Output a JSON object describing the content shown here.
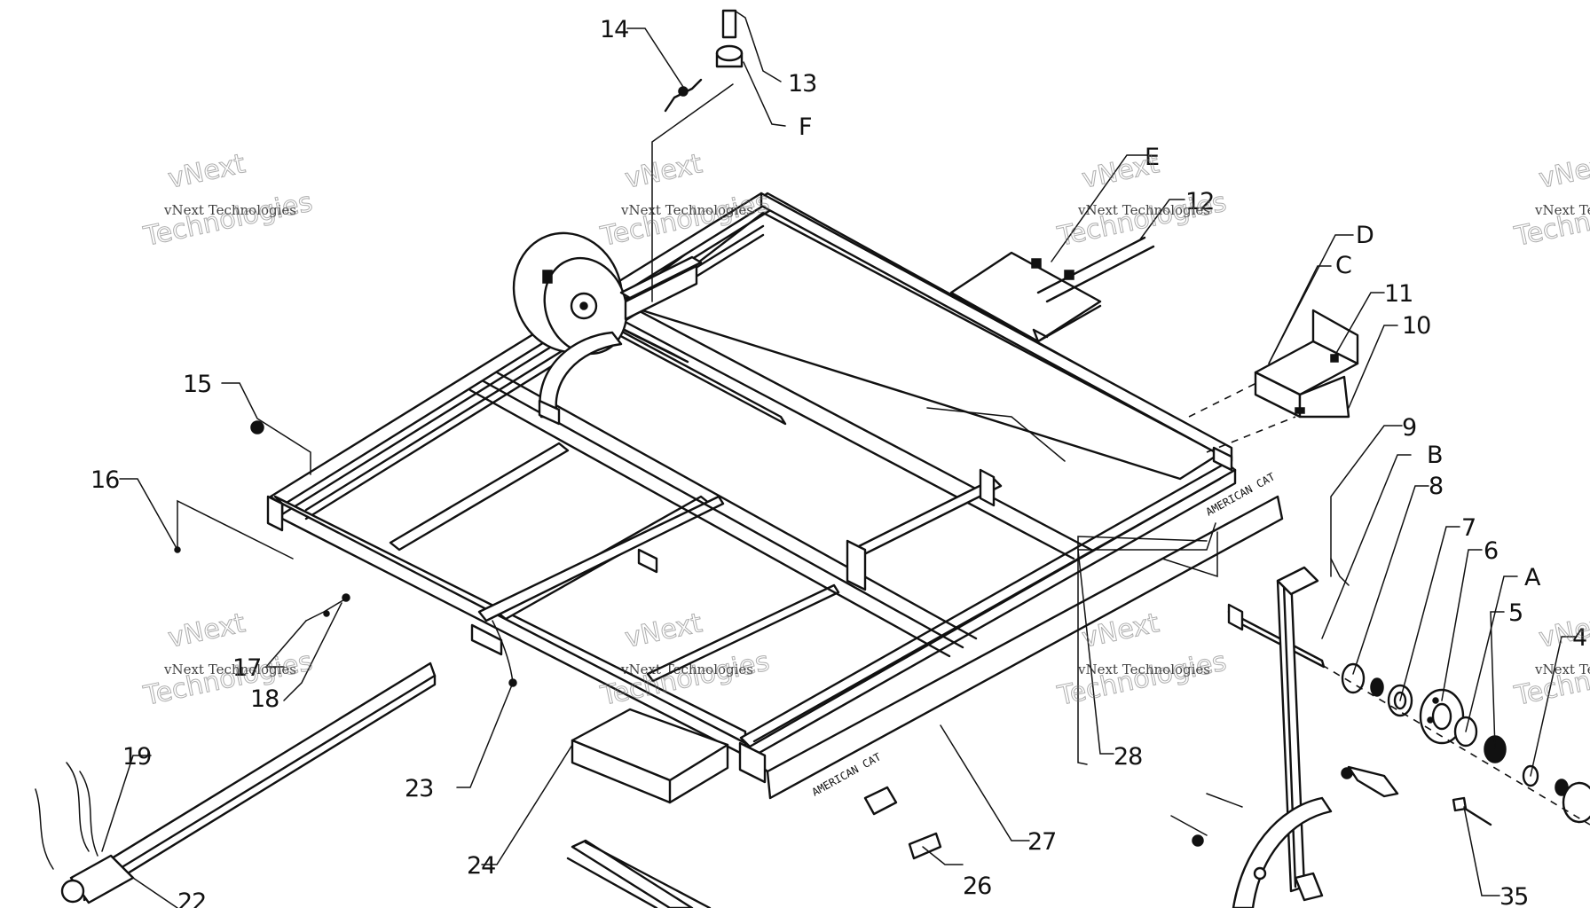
{
  "callouts": [
    "14",
    "13",
    "F",
    "E",
    "12",
    "D",
    "C",
    "11",
    "10",
    "15",
    "16",
    "9",
    "B",
    "8",
    "7",
    "6",
    "A",
    "5",
    "4",
    "17",
    "18",
    "19",
    "23",
    "28",
    "24",
    "27",
    "26",
    "35",
    "22"
  ],
  "watermarks": [
    {
      "line1": "vNext",
      "line2": "vNext Technologies",
      "line3": "Technologies"
    },
    {
      "line1": "vNext",
      "line2": "vNext Technologies",
      "line3": "Technologies"
    },
    {
      "line1": "vNext",
      "line2": "vNext Technologies",
      "line3": "Technologies"
    },
    {
      "line1": "vNext",
      "line2": "vNext Technologies",
      "line3": "Technologies"
    },
    {
      "line1": "vNext",
      "line2": "vNext Technologies",
      "line3": "Technologies"
    },
    {
      "line1": "vNext",
      "line2": "vNext Technologies",
      "line3": "Technologies"
    },
    {
      "line1": "vNext",
      "line2": "vNext Techno",
      "line3": "Techno"
    },
    {
      "line1": "vNext",
      "line2": "vNext Techno",
      "line3": "Techno"
    }
  ],
  "stencil": {
    "side_rail": "AMERICAN CAT",
    "front_rail": "AMERICAN CAT"
  },
  "colors": {
    "ink": "#111111",
    "paper": "#ffffff",
    "watermark": "#777777"
  }
}
